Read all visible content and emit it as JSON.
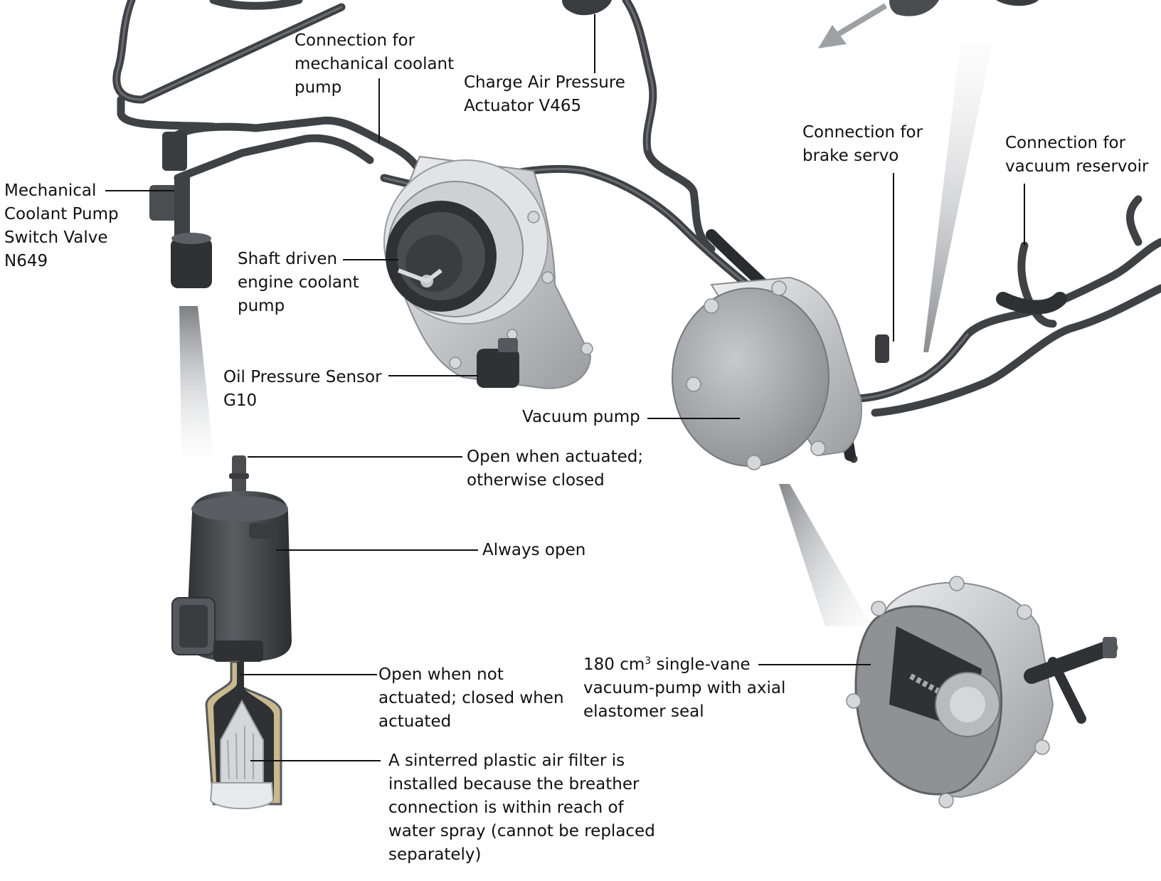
{
  "colors": {
    "hose": "#3f4145",
    "hose_highlight": "#6a6d72",
    "metal_light": "#d9dadc",
    "metal_mid": "#a7a9ad",
    "metal_dark": "#6e7075",
    "valve_body": "#45474b",
    "filter_beige": "#c9b98f",
    "leader_line": "#111111",
    "text": "#111111"
  },
  "labels": {
    "mech_pump_conn": [
      "Connection for",
      "mechanical coolant",
      "pump"
    ],
    "charge_air": [
      "Charge Air Pressure",
      "Actuator V465"
    ],
    "brake_servo": [
      "Connection for",
      "brake servo"
    ],
    "vacuum_reservoir": [
      "Connection for",
      "vacuum reservoir"
    ],
    "switch_valve": [
      "Mechanical",
      "Coolant Pump",
      "Switch Valve",
      "N649"
    ],
    "shaft_pump": [
      "Shaft driven",
      "engine coolant",
      "pump"
    ],
    "oil_sensor": [
      "Oil Pressure Sensor",
      "G10"
    ],
    "vacuum_pump": [
      "Vacuum pump"
    ],
    "open_actuated": [
      "Open when actuated;",
      "otherwise closed"
    ],
    "always_open": [
      "Always open"
    ],
    "open_not_actuated": [
      "Open when not",
      "actuated; closed when",
      "actuated"
    ],
    "single_vane": {
      "line1_pre": "180 cm",
      "line1_sup": "3",
      "line1_post": " single-vane",
      "line2": "vacuum-pump with axial",
      "line3": "elastomer seal"
    },
    "air_filter": [
      "A sinterred plastic air filter is",
      "installed because the breather",
      "connection is within reach of",
      "water spray (cannot be replaced",
      "separately)"
    ]
  }
}
